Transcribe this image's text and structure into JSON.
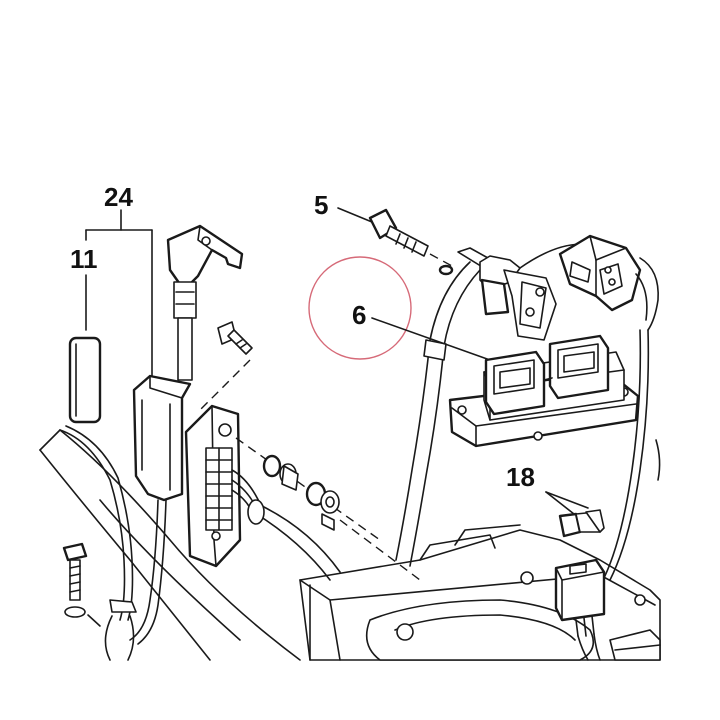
{
  "callouts": {
    "c24": "24",
    "c11": "11",
    "c5": "5",
    "c6": "6",
    "c18": "18"
  },
  "highlight_color": "#d66a78"
}
